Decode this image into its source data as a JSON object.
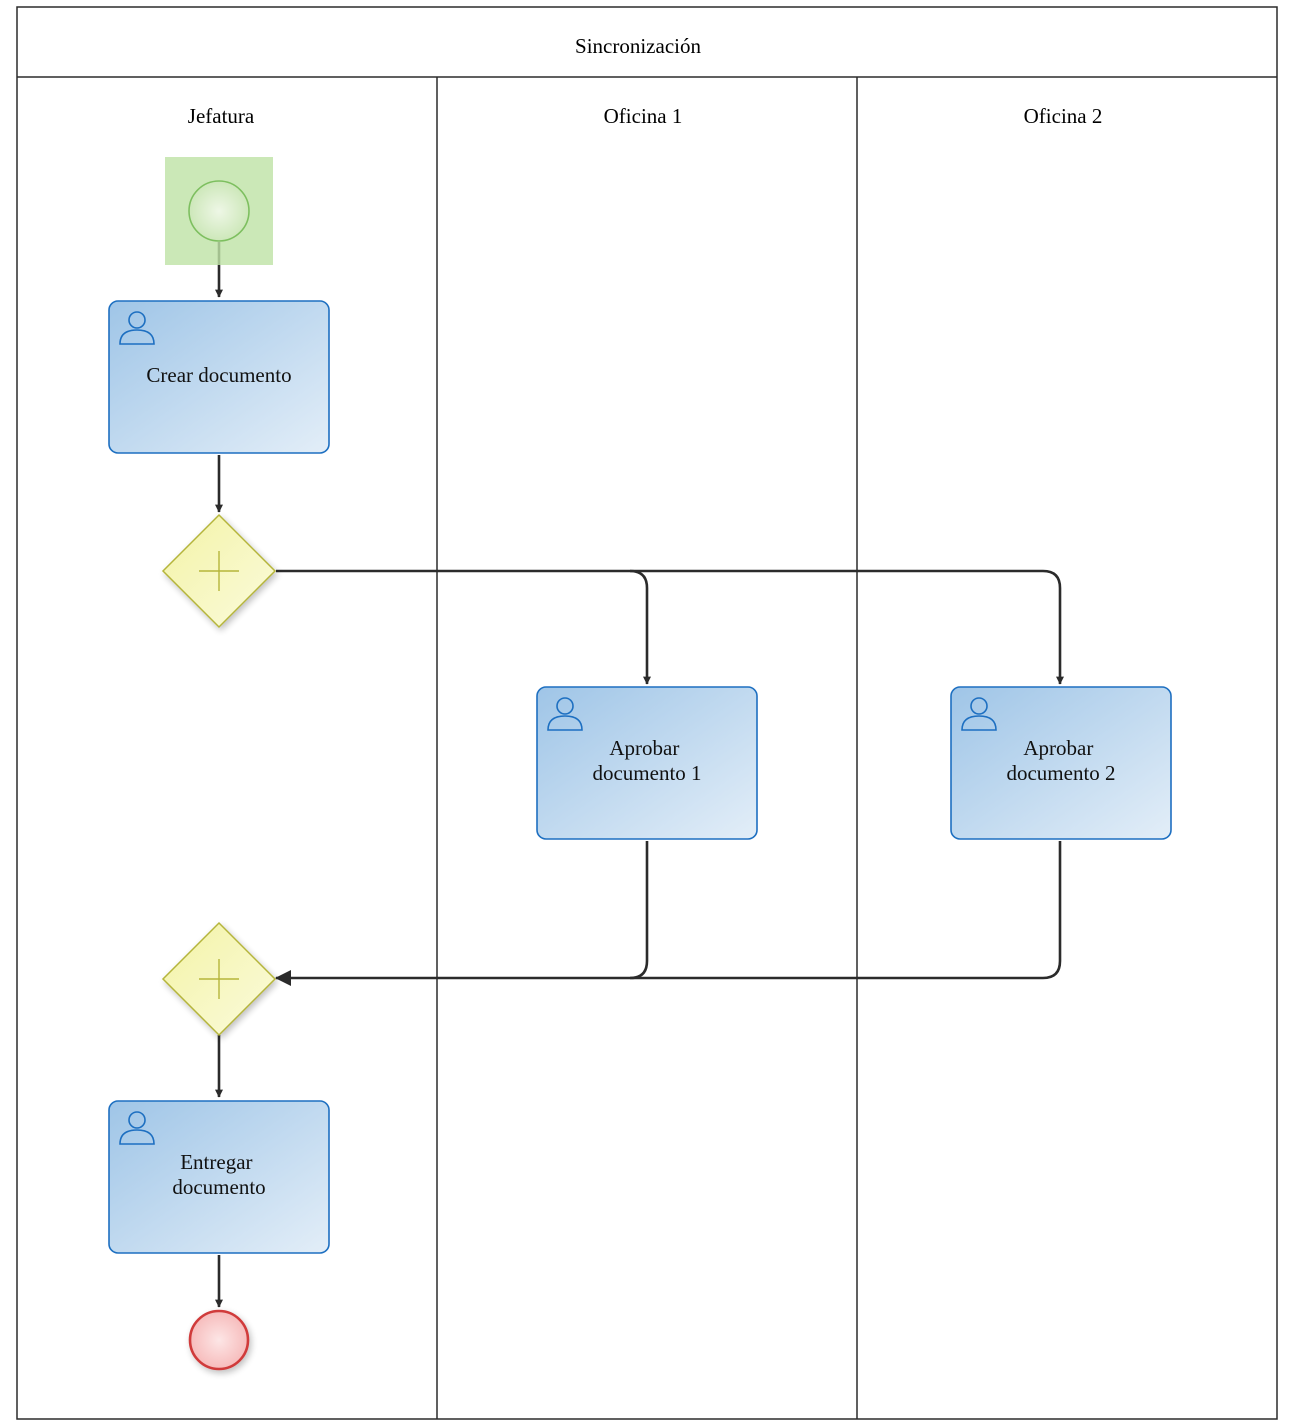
{
  "pool": {
    "title": "Sincronización"
  },
  "lanes": [
    {
      "id": "jefatura",
      "title": "Jefatura"
    },
    {
      "id": "oficina1",
      "title": "Oficina 1"
    },
    {
      "id": "oficina2",
      "title": "Oficina 2"
    }
  ],
  "tasks": {
    "crear": {
      "lines": [
        "Crear documento"
      ],
      "icon": "user-icon"
    },
    "aprobar1": {
      "lines": [
        "Aprobar",
        "documento 1"
      ],
      "icon": "user-icon"
    },
    "aprobar2": {
      "lines": [
        "Aprobar",
        "documento 2"
      ],
      "icon": "user-icon"
    },
    "entregar": {
      "lines": [
        "Entregar",
        "documento"
      ],
      "icon": "user-icon"
    }
  },
  "events": {
    "start": {
      "kind": "start-event",
      "color": "#7dbf5f"
    },
    "end": {
      "kind": "end-event",
      "color": "#d03a3a"
    }
  },
  "gateways": {
    "split": {
      "kind": "parallel-gateway",
      "icon": "plus-icon"
    },
    "join": {
      "kind": "parallel-gateway",
      "icon": "plus-icon"
    }
  },
  "colors": {
    "task_stroke": "#1d6fc1",
    "gateway_stroke": "#b5b53a",
    "line": "#2b2b2b"
  }
}
